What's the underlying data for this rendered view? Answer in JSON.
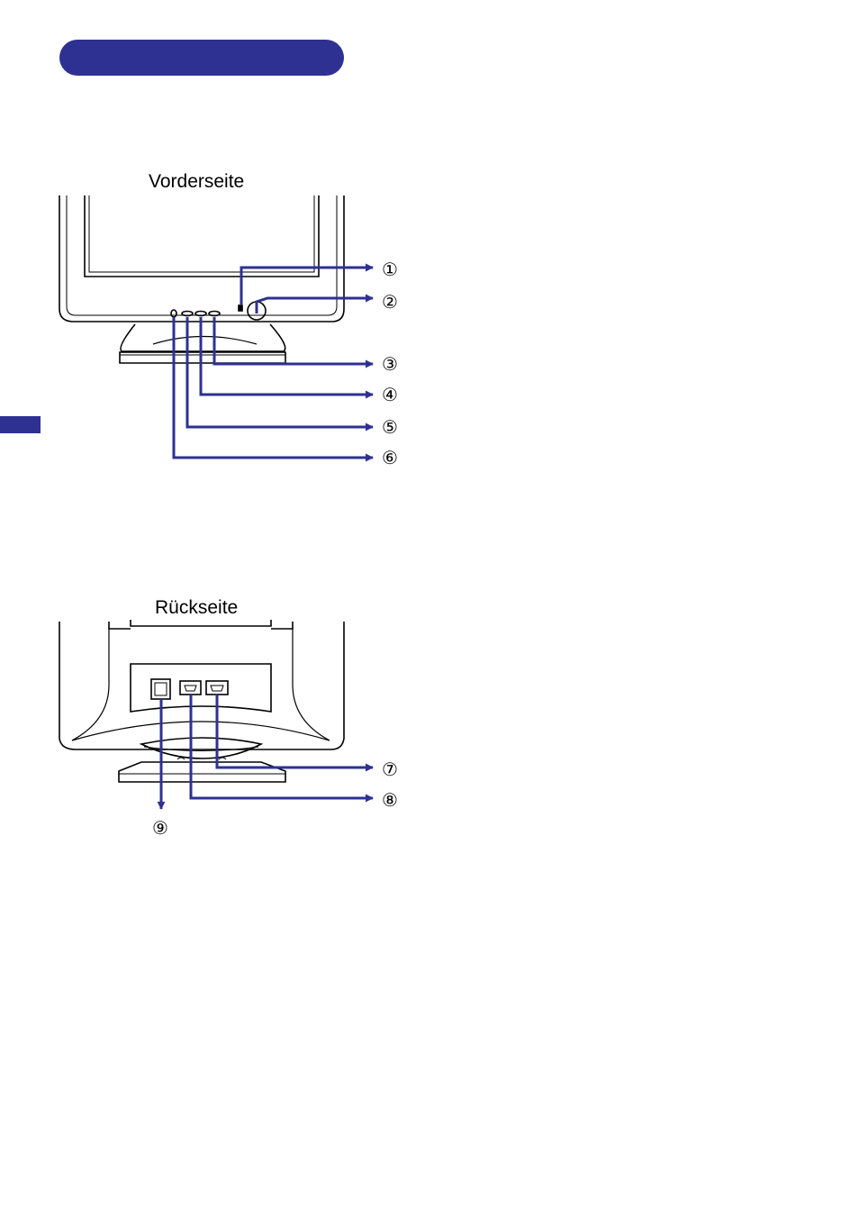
{
  "front_view": {
    "title": "Vorderseite",
    "callouts": [
      "①",
      "②",
      "③",
      "④",
      "⑤",
      "⑥"
    ]
  },
  "back_view": {
    "title": "Rückseite",
    "callouts": [
      "⑦",
      "⑧",
      "⑨"
    ]
  },
  "colors": {
    "accent": "#2e3192",
    "leader_line": "#2e3192",
    "outline": "#000000"
  }
}
